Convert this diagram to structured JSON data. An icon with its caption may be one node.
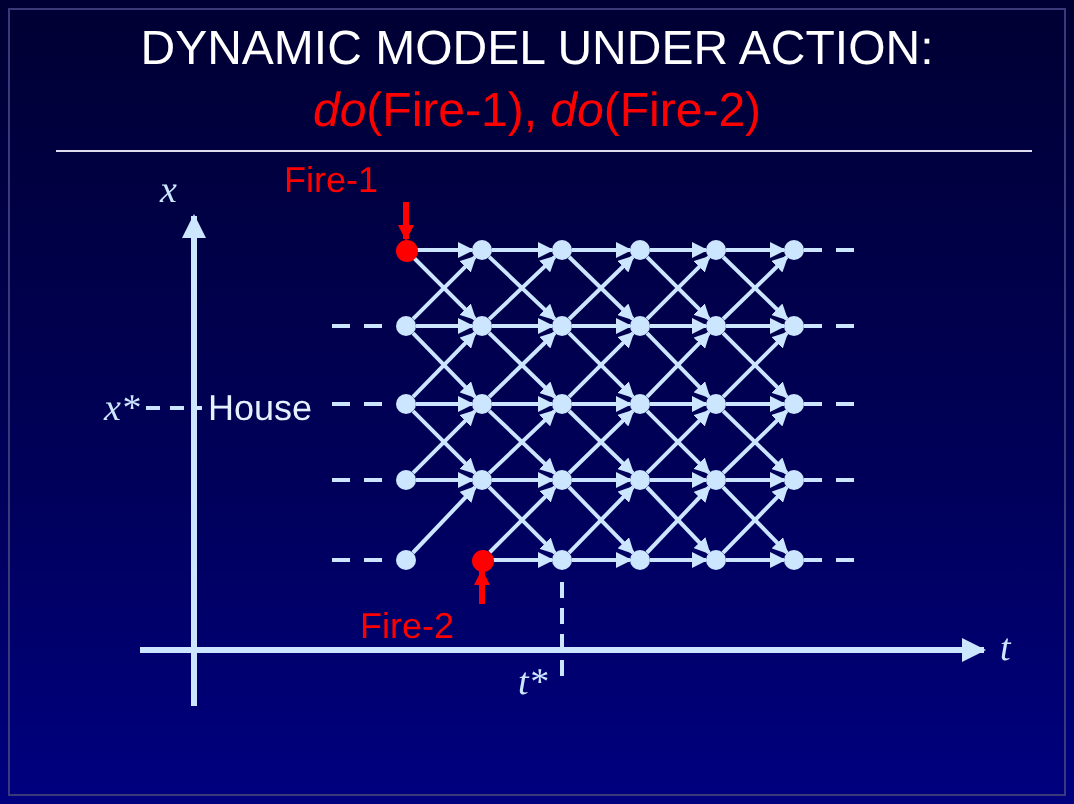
{
  "diagram": {
    "title": "DYNAMIC MODEL UNDER ACTION:",
    "nodes": [
      {
        "text": [],
        "shape": "circle"
      },
      {
        "text": [],
        "shape": "circle"
      },
      {
        "text": [],
        "shape": "circle"
      },
      {
        "text": [],
        "shape": "circle"
      },
      {
        "text": [],
        "shape": "circle"
      },
      {
        "text": [],
        "shape": "circle"
      },
      {
        "text": [],
        "shape": "circle"
      },
      {
        "text": [],
        "shape": "circle"
      },
      {
        "text": [],
        "shape": "circle"
      },
      {
        "text": [],
        "shape": "circle"
      },
      {
        "text": [],
        "shape": "circle"
      },
      {
        "text": [],
        "shape": "circle"
      },
      {
        "text": [],
        "shape": "circle"
      },
      {
        "text": [],
        "shape": "circle"
      },
      {
        "text": [],
        "shape": "circle"
      },
      {
        "text": [],
        "shape": "circle"
      },
      {
        "text": [],
        "shape": "circle"
      },
      {
        "text": [],
        "shape": "circle"
      },
      {
        "text": [],
        "shape": "circle"
      },
      {
        "text": [],
        "shape": "circle"
      },
      {
        "text": [],
        "shape": "circle"
      },
      {
        "text": [],
        "shape": "circle"
      },
      {
        "text": [],
        "shape": "circle"
      },
      {
        "text": [],
        "shape": "circle"
      },
      {
        "text": [],
        "shape": "circle"
      },
      {
        "text": [],
        "shape": "circle"
      },
      {
        "text": [],
        "shape": "circle"
      },
      {
        "text": [],
        "shape": "circle"
      },
      {
        "text": [],
        "shape": "circle"
      },
      {
        "text": [],
        "shape": "circle"
      },
      {
        "text": [
          "Fire-1"
        ]
      },
      {
        "text": [
          "Fire-2"
        ]
      }
    ],
    "edges": [
      {
        "from": 0,
        "to": 1,
        "arrow": "to"
      },
      {
        "from": 0,
        "to": 7,
        "arrow": "to"
      },
      {
        "from": 6,
        "to": 1,
        "arrow": "to"
      },
      {
        "from": 6,
        "to": 7,
        "arrow": "to"
      },
      {
        "from": 6,
        "to": 13,
        "arrow": "to"
      },
      {
        "from": 12,
        "to": 7,
        "arrow": "to"
      },
      {
        "from": 12,
        "to": 13,
        "arrow": "to"
      },
      {
        "from": 12,
        "to": 19,
        "arrow": "to"
      },
      {
        "from": 18,
        "to": 13,
        "arrow": "to"
      },
      {
        "from": 18,
        "to": 19,
        "arrow": "to"
      },
      {
        "from": 24,
        "to": 19,
        "arrow": "to"
      },
      {
        "from": 1,
        "to": 2,
        "arrow": "to"
      },
      {
        "from": 1,
        "to": 8,
        "arrow": "to"
      },
      {
        "from": 7,
        "to": 2,
        "arrow": "to"
      },
      {
        "from": 7,
        "to": 8,
        "arrow": "to"
      },
      {
        "from": 7,
        "to": 14,
        "arrow": "to"
      },
      {
        "from": 13,
        "to": 8,
        "arrow": "to"
      },
      {
        "from": 13,
        "to": 14,
        "arrow": "to"
      },
      {
        "from": 13,
        "to": 20,
        "arrow": "to"
      },
      {
        "from": 19,
        "to": 14,
        "arrow": "to"
      },
      {
        "from": 19,
        "to": 20,
        "arrow": "to"
      },
      {
        "from": 19,
        "to": 26,
        "arrow": "to"
      },
      {
        "from": 25,
        "to": 20,
        "arrow": "to"
      },
      {
        "from": 25,
        "to": 26,
        "arrow": "to"
      },
      {
        "from": 2,
        "to": 3,
        "arrow": "to"
      },
      {
        "from": 2,
        "to": 9,
        "arrow": "to"
      },
      {
        "from": 8,
        "to": 3,
        "arrow": "to"
      },
      {
        "from": 8,
        "to": 9,
        "arrow": "to"
      },
      {
        "from": 8,
        "to": 15,
        "arrow": "to"
      },
      {
        "from": 14,
        "to": 9,
        "arrow": "to"
      },
      {
        "from": 14,
        "to": 15,
        "arrow": "to"
      },
      {
        "from": 14,
        "to": 21,
        "arrow": "to"
      },
      {
        "from": 20,
        "to": 15,
        "arrow": "to"
      },
      {
        "from": 20,
        "to": 21,
        "arrow": "to"
      },
      {
        "from": 20,
        "to": 27,
        "arrow": "to"
      },
      {
        "from": 26,
        "to": 21,
        "arrow": "to"
      },
      {
        "from": 26,
        "to": 27,
        "arrow": "to"
      },
      {
        "from": 3,
        "to": 4,
        "arrow": "to"
      },
      {
        "from": 3,
        "to": 10,
        "arrow": "to"
      },
      {
        "from": 9,
        "to": 4,
        "arrow": "to"
      },
      {
        "from": 9,
        "to": 10,
        "arrow": "to"
      },
      {
        "from": 9,
        "to": 16,
        "arrow": "to"
      },
      {
        "from": 15,
        "to": 10,
        "arrow": "to"
      },
      {
        "from": 15,
        "to": 16,
        "arrow": "to"
      },
      {
        "from": 15,
        "to": 22,
        "arrow": "to"
      },
      {
        "from": 21,
        "to": 16,
        "arrow": "to"
      },
      {
        "from": 21,
        "to": 22,
        "arrow": "to"
      },
      {
        "from": 21,
        "to": 28,
        "arrow": "to"
      },
      {
        "from": 27,
        "to": 22,
        "arrow": "to"
      },
      {
        "from": 27,
        "to": 28,
        "arrow": "to"
      },
      {
        "from": 4,
        "to": 5,
        "arrow": "to"
      },
      {
        "from": 4,
        "to": 11,
        "arrow": "to"
      },
      {
        "from": 10,
        "to": 5,
        "arrow": "to"
      },
      {
        "from": 10,
        "to": 11,
        "arrow": "to"
      },
      {
        "from": 10,
        "to": 17,
        "arrow": "to"
      },
      {
        "from": 16,
        "to": 11,
        "arrow": "to"
      },
      {
        "from": 16,
        "to": 17,
        "arrow": "to"
      },
      {
        "from": 16,
        "to": 23,
        "arrow": "to"
      },
      {
        "from": 22,
        "to": 17,
        "arrow": "to"
      },
      {
        "from": 22,
        "to": 23,
        "arrow": "to"
      },
      {
        "from": 22,
        "to": 29,
        "arrow": "to"
      },
      {
        "from": 28,
        "to": 23,
        "arrow": "to"
      },
      {
        "from": 28,
        "to": 29,
        "arrow": "to"
      },
      {
        "from": 30,
        "to": 0,
        "arrow": "to",
        "color": "#ff0000"
      },
      {
        "from": 31,
        "to": 25,
        "arrow": "to",
        "color": "#ff0000"
      }
    ],
    "labels": [
      "*do*(Fire-1), *do*(Fire-2)",
      "x",
      "x*",
      "House",
      "t",
      "t*"
    ]
  }
}
